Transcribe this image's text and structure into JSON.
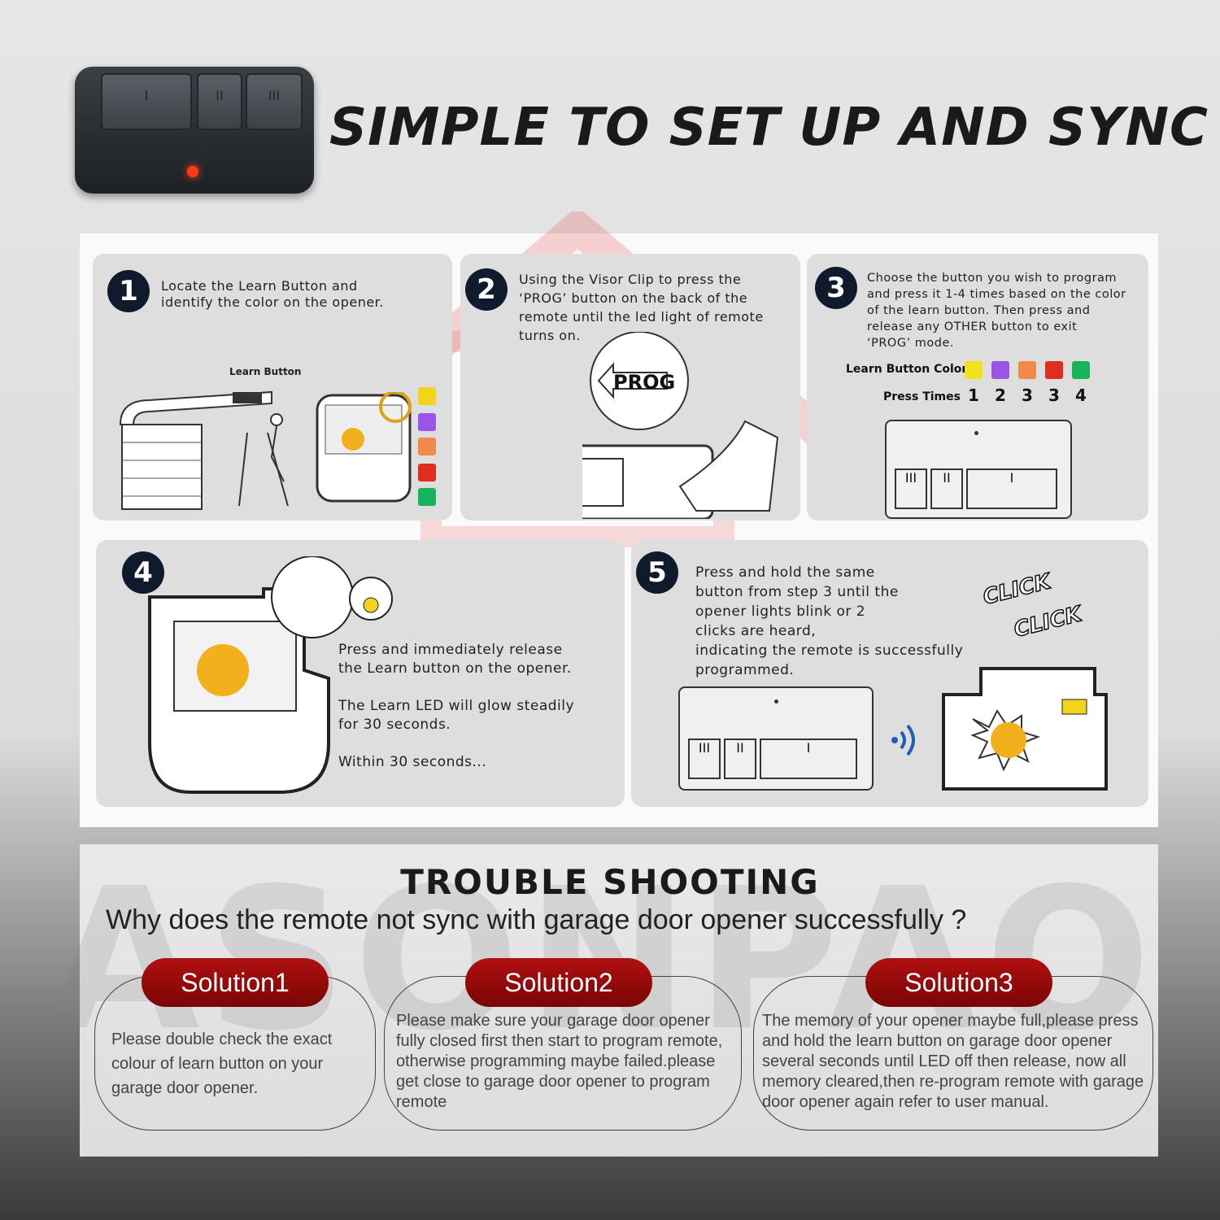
{
  "header": {
    "remote_buttons": [
      "I",
      "II",
      "III"
    ],
    "headline": "SIMPLE TO SET UP AND SYNC"
  },
  "steps": [
    {
      "number": "1",
      "text": "Locate the Learn Button and\nidentify the color on the opener.",
      "learn_button_label": "Learn Button",
      "colors": [
        "#f2d41c",
        "#9a55e6",
        "#f0894a",
        "#e02e1e",
        "#18b45c"
      ]
    },
    {
      "number": "2",
      "text": "Using the Visor Clip to press the\n‘PROG’  button on the back of the\nremote until the led light of remote\nturns on.",
      "prog_label": "PROG"
    },
    {
      "number": "3",
      "text": "Choose the button you wish to program\nand press it 1-4 times based on the color\nof the learn button. Then press and\nrelease any OTHER button to exit\n‘PROG’ mode.",
      "learn_color_label": "Learn Button Color",
      "press_times_label": "Press Times",
      "press_times": [
        "1",
        "2",
        "3",
        "3",
        "4"
      ],
      "colors": [
        "#f2e11c",
        "#9a55e6",
        "#f0894a",
        "#e02e1e",
        "#18b45c"
      ],
      "remote_buttons": [
        "III",
        "II",
        "I"
      ]
    },
    {
      "number": "4",
      "text": "Press and immediately release\nthe Learn button on the opener.\n\nThe Learn LED will glow steadily\nfor 30 seconds.\n\nWithin 30 seconds..."
    },
    {
      "number": "5",
      "text": "Press and hold the same\nbutton from step 3 until the\nopener lights blink or 2\nclicks are heard,\nindicating the remote is successfully\nprogrammed.",
      "click_labels": [
        "CLICK",
        "CLICK"
      ],
      "remote_buttons": [
        "III",
        "II",
        "I"
      ]
    }
  ],
  "trouble": {
    "watermark": "ASONPAO",
    "title": "TROUBLE SHOOTING",
    "subtitle": "Why does the remote not sync with garage door opener successfully ?",
    "solutions": [
      {
        "label": "Solution1",
        "text": "Please double check the exact colour of learn button on your garage door opener."
      },
      {
        "label": "Solution2",
        "text": "Please make sure your garage door opener fully closed first then start to program remote, otherwise programming maybe failed.please get close to garage door opener to program remote"
      },
      {
        "label": "Solution3",
        "text": "The memory of your opener maybe full,please press and hold the learn button on garage door opener several seconds until LED off then release, now all memory cleared,then re-program remote with garage door opener again refer to user manual."
      }
    ]
  }
}
